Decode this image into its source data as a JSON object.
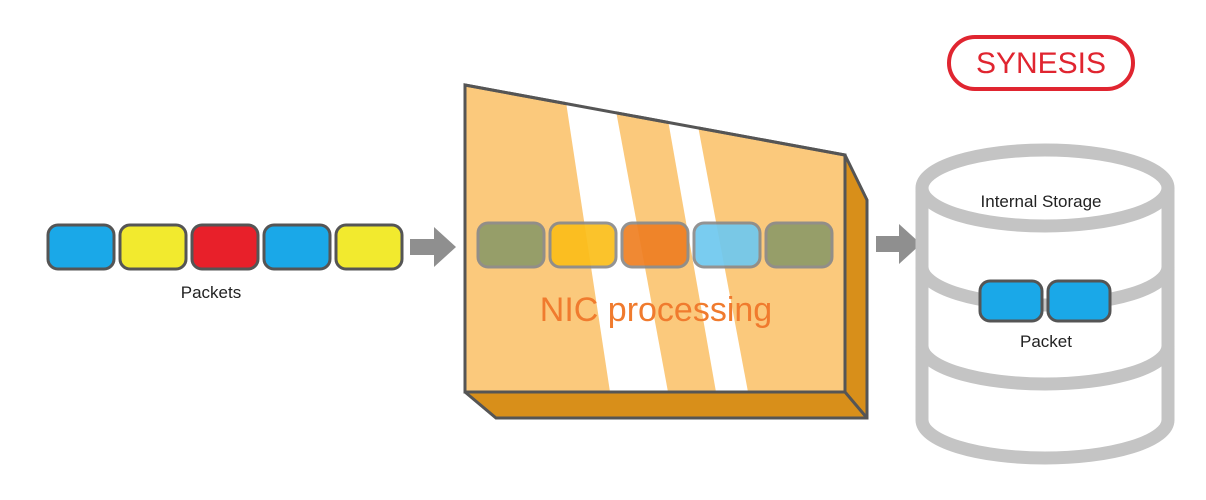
{
  "brand": {
    "name": "SYNESIS",
    "color": "#e02530"
  },
  "input": {
    "label": "Packets",
    "packet_colors": [
      "#1aa8e8",
      "#f2ea2e",
      "#e8202a",
      "#1aa8e8",
      "#f2ea2e"
    ]
  },
  "nic": {
    "label": "NIC processing",
    "label_color": "#f07b2e",
    "face_color": "#fbc97c",
    "side_color": "#d88f1a",
    "packet_colors": [
      "#8e9b68",
      "#fbbe1a",
      "#ef7f22",
      "#6ec8ef",
      "#8e9b68",
      "#fbbe1a"
    ]
  },
  "storage": {
    "title": "Internal Storage",
    "packet_label": "Packet",
    "packet_colors": [
      "#1aa8e8",
      "#1aa8e8"
    ],
    "outline_color": "#c4c4c4"
  },
  "arrow_color": "#8f8f8f",
  "icons": [
    "arrow-right-icon",
    "database-icon"
  ]
}
